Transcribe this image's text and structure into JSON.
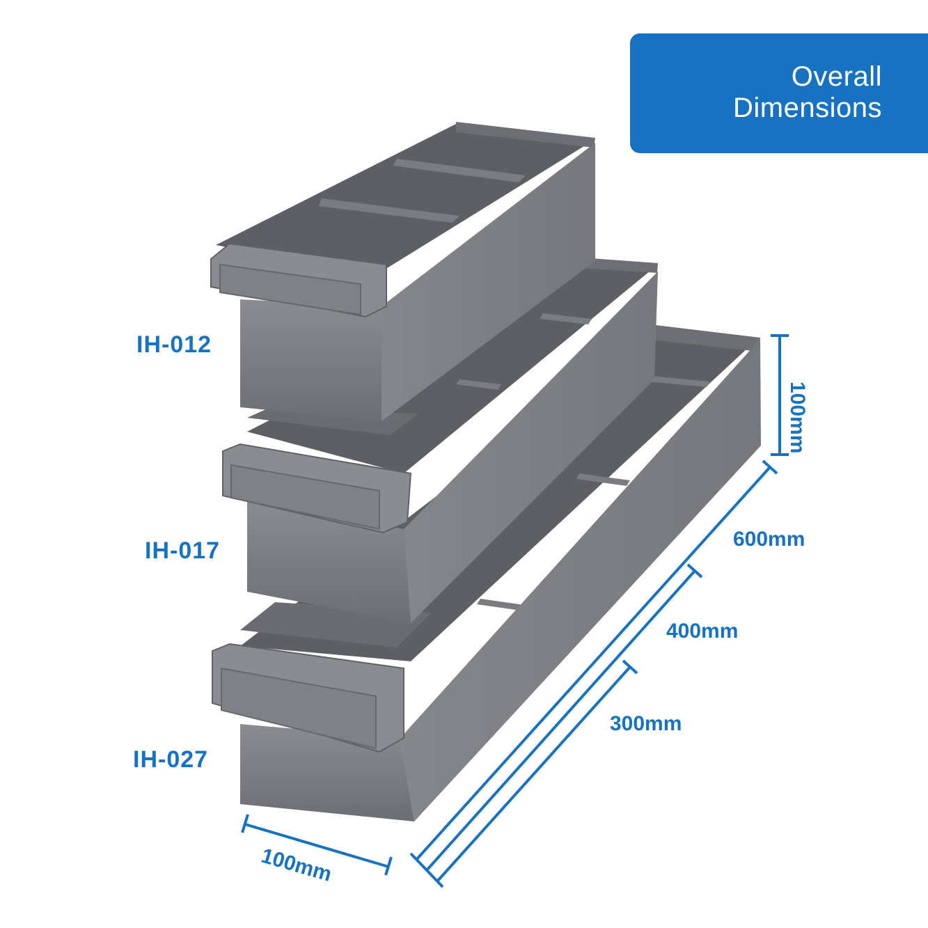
{
  "banner": {
    "line1": "Overall",
    "line2": "Dimensions",
    "color": "#1872c2"
  },
  "products": [
    {
      "code": "IH-012"
    },
    {
      "code": "IH-017"
    },
    {
      "code": "IH-027"
    }
  ],
  "dimensions": {
    "height": "100mm",
    "width": "100mm",
    "length_long": "600mm",
    "length_mid": "400mm",
    "length_short": "300mm"
  },
  "colors": {
    "accent": "#1872c2",
    "bin_grey": "#7d7f85"
  }
}
